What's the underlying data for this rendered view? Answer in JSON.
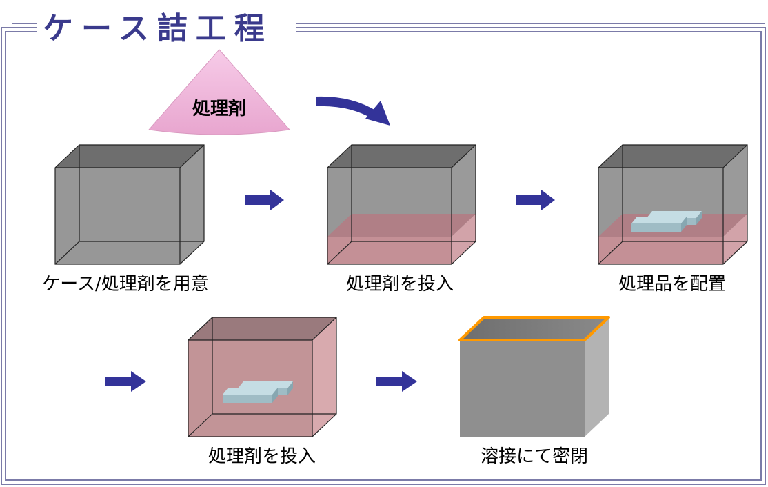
{
  "title": "ケース詰工程",
  "agent_label": "処理剤",
  "steps": [
    {
      "caption": "ケース/処理剤を用意"
    },
    {
      "caption": "処理剤を投入"
    },
    {
      "caption": "処理品を配置"
    },
    {
      "caption": "処理剤を投入"
    },
    {
      "caption": "溶接にて密閉"
    }
  ],
  "colors": {
    "frame": "#7b7ba8",
    "title": "#3a3a8c",
    "arrow": "#333399",
    "box_gray": "#8c8c8c",
    "agent_pink": "#e3a6ad",
    "cone_pink": "#f2b8dc",
    "item_blue": "#a9c3cc",
    "weld_orange": "#ff9900"
  },
  "icons": [
    "flow-arrow-icon",
    "curved-arrow-icon",
    "cone-icon"
  ]
}
